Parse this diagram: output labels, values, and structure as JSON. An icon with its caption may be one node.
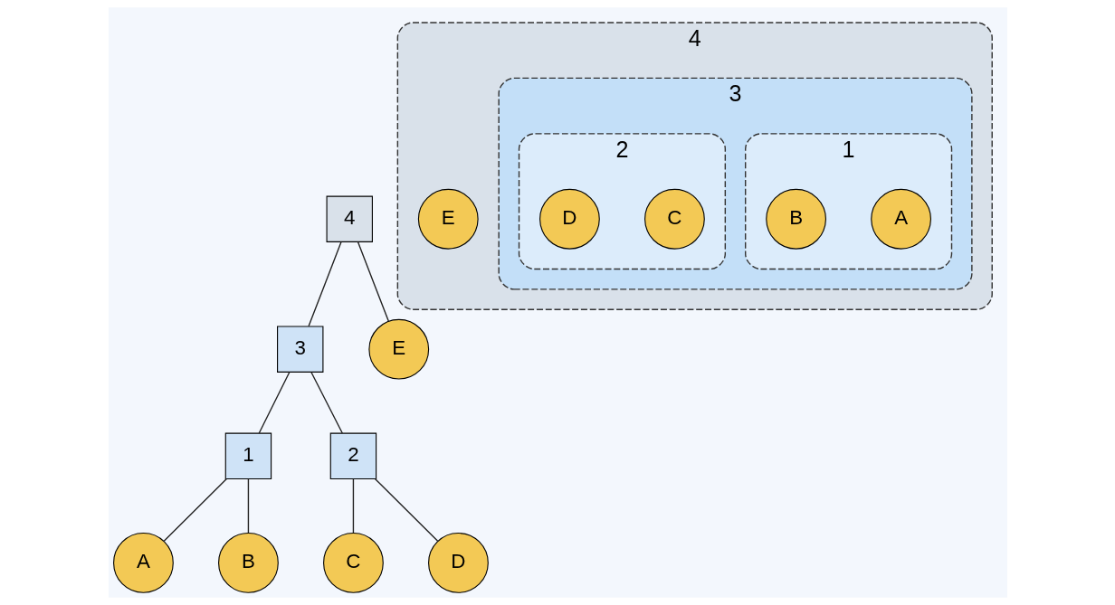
{
  "diagram": {
    "nodes": [
      {
        "text": [
          "4"
        ]
      },
      {
        "text": [
          "3"
        ]
      },
      {
        "text": [
          "1"
        ]
      },
      {
        "text": [
          "2"
        ]
      },
      {
        "text": [
          "A"
        ]
      },
      {
        "text": [
          "B"
        ]
      },
      {
        "text": [
          "C"
        ]
      },
      {
        "text": [
          "D"
        ]
      },
      {
        "text": [
          "E"
        ]
      },
      {
        "text": [
          "4"
        ]
      },
      {
        "text": [
          "3"
        ],
        "in": 9
      },
      {
        "text": [
          "1"
        ],
        "in": 10
      },
      {
        "text": [
          "A"
        ],
        "in": 11
      },
      {
        "text": [
          "B"
        ],
        "in": 11
      },
      {
        "text": [
          "2"
        ],
        "in": 10
      },
      {
        "text": [
          "C"
        ],
        "in": 14
      },
      {
        "text": [
          "D"
        ],
        "in": 14
      },
      {
        "text": [
          "E"
        ],
        "in": 9
      }
    ],
    "edges": [
      {
        "from": 0,
        "to": 1,
        "arrow": "none"
      },
      {
        "from": 0,
        "to": 8,
        "arrow": "none"
      },
      {
        "from": 1,
        "to": 2,
        "arrow": "none"
      },
      {
        "from": 1,
        "to": 3,
        "arrow": "none"
      },
      {
        "from": 2,
        "to": 4,
        "arrow": "none"
      },
      {
        "from": 2,
        "to": 5,
        "arrow": "none"
      },
      {
        "from": 3,
        "to": 6,
        "arrow": "none"
      },
      {
        "from": 3,
        "to": 7,
        "arrow": "none"
      }
    ]
  }
}
